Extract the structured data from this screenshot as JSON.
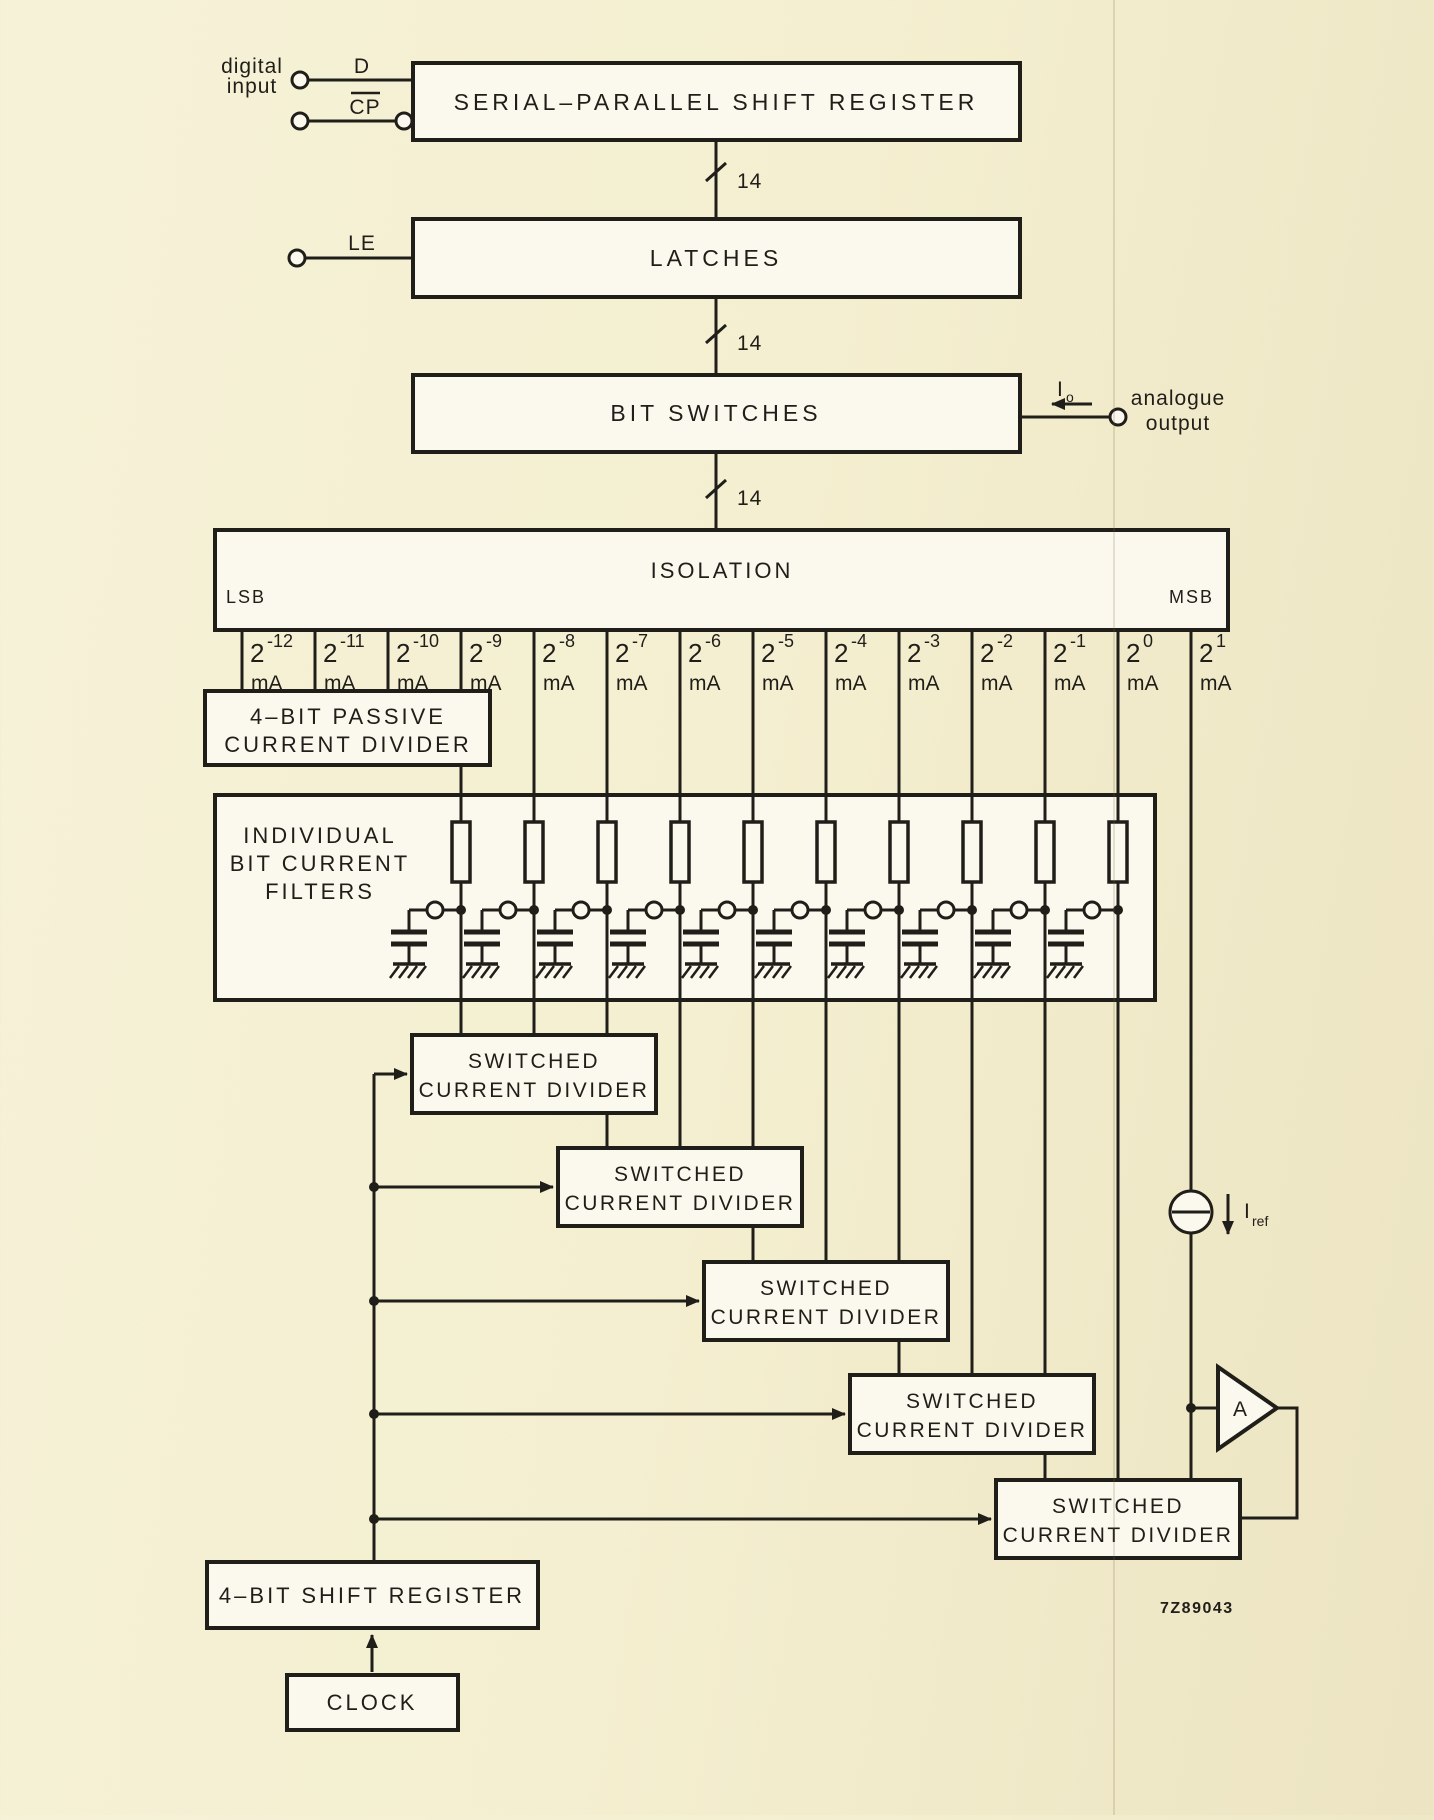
{
  "page": {
    "background_color": "#f4efd0",
    "box_fill_color": "#fbf9ee",
    "ink_color": "#201e19",
    "figure_code": "7Z89043"
  },
  "terminals": {
    "digital_input": [
      "digital",
      "input"
    ],
    "d": "D",
    "cp": "CP",
    "le": "LE",
    "io_base": "I",
    "io_sub": "o",
    "analogue_output": [
      "analogue",
      "output"
    ],
    "iref_base": "I",
    "iref_sub": "ref"
  },
  "buses": {
    "width_label": "14"
  },
  "blocks": {
    "serial_parallel_shift_register": "SERIAL–PARALLEL SHIFT REGISTER",
    "latches": "LATCHES",
    "bit_switches": "BIT SWITCHES",
    "isolation": "ISOLATION",
    "lsb": "LSB",
    "msb": "MSB",
    "passive_divider": [
      "4–BIT PASSIVE",
      "CURRENT DIVIDER"
    ],
    "bit_current_filters": [
      "INDIVIDUAL",
      "BIT CURRENT",
      "FILTERS"
    ],
    "switched_current_divider": [
      "SWITCHED",
      "CURRENT DIVIDER"
    ],
    "four_bit_shift_register": "4–BIT SHIFT REGISTER",
    "clock": "CLOCK",
    "amplifier": "A"
  },
  "bit_currents": {
    "base": "2",
    "unit": "mA",
    "exponents": [
      "-12",
      "-11",
      "-10",
      "-9",
      "-8",
      "-7",
      "-6",
      "-5",
      "-4",
      "-3",
      "-2",
      "-1",
      "0",
      "1"
    ]
  }
}
